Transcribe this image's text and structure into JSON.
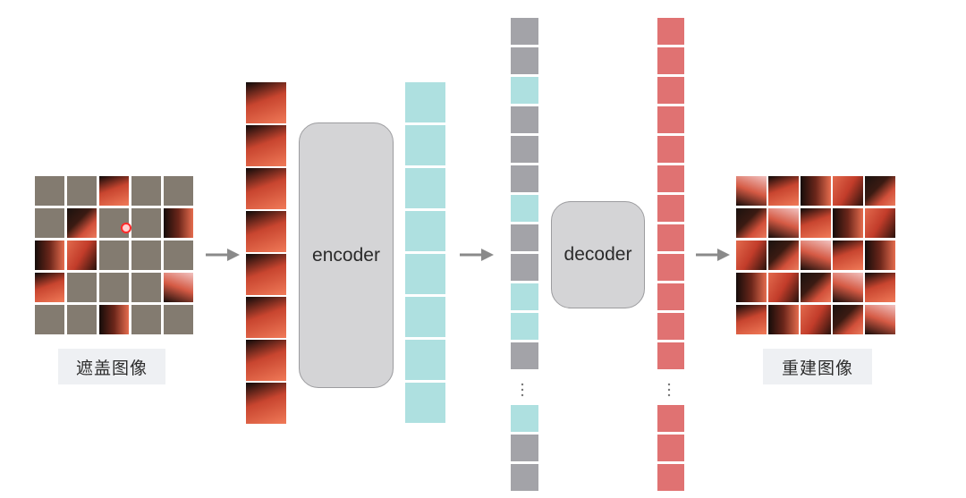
{
  "masked_image": {
    "label": "遮盖图像",
    "grid_rows": 5,
    "grid_cols": 5,
    "visible_cells": [
      [
        0,
        2
      ],
      [
        1,
        1
      ],
      [
        1,
        4
      ],
      [
        2,
        0
      ],
      [
        2,
        1
      ],
      [
        3,
        0
      ],
      [
        3,
        4
      ],
      [
        4,
        2
      ]
    ]
  },
  "encoder": {
    "label": "encoder"
  },
  "decoder": {
    "label": "decoder"
  },
  "reconstructed_image": {
    "label": "重建图像",
    "grid_rows": 5,
    "grid_cols": 5
  },
  "patch_column": {
    "count": 8
  },
  "encoder_tokens": {
    "count": 8
  },
  "decoder_tokens": {
    "top": [
      "mask",
      "mask",
      "visible",
      "mask",
      "mask",
      "mask",
      "visible",
      "mask",
      "mask",
      "visible",
      "visible",
      "mask"
    ],
    "bottom": [
      "visible",
      "mask",
      "mask"
    ]
  },
  "reconstruction_tokens": {
    "top_count": 12,
    "bottom_count": 3
  },
  "colors": {
    "mask_token": "#a3a3a8",
    "visible_token": "#aee0e0",
    "reconstruction_token": "#e07272",
    "mask_patch": "#837b70",
    "arrow": "#8a8a8a"
  }
}
